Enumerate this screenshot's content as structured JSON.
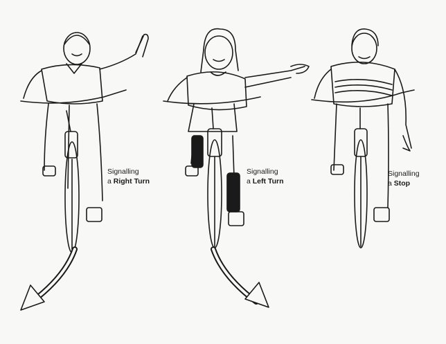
{
  "figures": [
    {
      "prefix": "Signalling",
      "article": "a",
      "signal": "Right Turn"
    },
    {
      "prefix": "Signalling",
      "article": "a",
      "signal": "Left Turn"
    },
    {
      "prefix": "Signalling",
      "article": "a",
      "signal": "Stop"
    }
  ],
  "colors": {
    "paper": "#f8f8f6",
    "ink": "#1a1a1a"
  },
  "icons": [
    "cyclist-right-turn-illustration",
    "cyclist-left-turn-illustration",
    "cyclist-stop-illustration",
    "curved-arrow-left-icon",
    "curved-arrow-right-icon"
  ]
}
